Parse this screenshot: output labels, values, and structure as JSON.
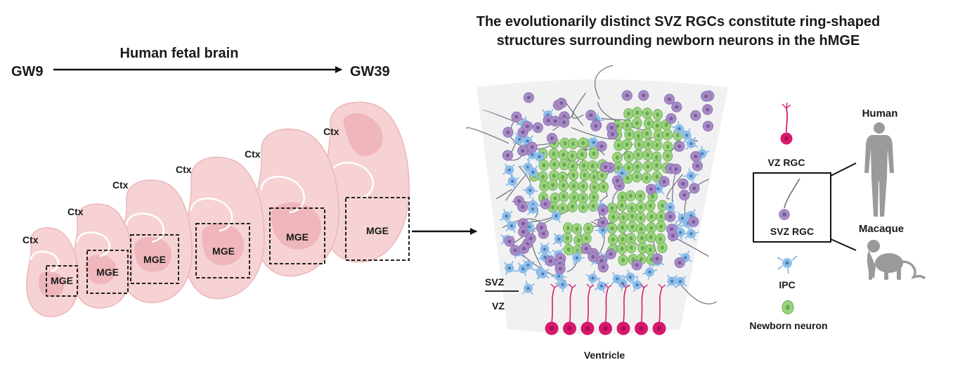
{
  "title_line1": "The evolutionarily distinct SVZ RGCs constitute ring-shaped",
  "title_line2": "structures surrounding newborn neurons in the hMGE",
  "timeline": {
    "start": "GW9",
    "label": "Human fetal brain",
    "end": "GW39"
  },
  "section_labels": {
    "ctx": "Ctx",
    "mge": "MGE"
  },
  "zones": {
    "svz": "SVZ",
    "vz": "VZ",
    "ventricle": "Ventricle"
  },
  "legend": {
    "vz_rgc": "VZ RGC",
    "svz_rgc": "SVZ RGC",
    "ipc": "IPC",
    "newborn_neuron": "Newborn neuron"
  },
  "species": {
    "human": "Human",
    "macaque": "Macaque"
  },
  "colors": {
    "section_fill": "#f6d2d4",
    "section_shade": "#efb7bb",
    "tissue_bg": "#f1f1f2",
    "vz_rgc": "#d8196b",
    "svz_rgc": "#a78bc4",
    "ipc": "#8ebde8",
    "newborn_neuron": "#9bd47e",
    "silhouette": "#9a9a9a"
  }
}
